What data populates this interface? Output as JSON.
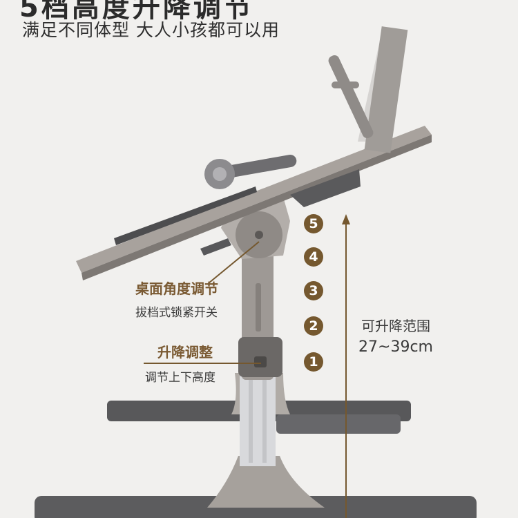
{
  "headline": "5档高度升降调节",
  "subtitle": "满足不同体型  大人小孩都可以用",
  "callouts": {
    "angle": {
      "title": "桌面角度调节",
      "desc": "拔档式锁紧开关"
    },
    "height": {
      "title": "升降调整",
      "desc": "调节上下高度"
    }
  },
  "levels": [
    "5",
    "4",
    "3",
    "2",
    "1"
  ],
  "range": {
    "label": "可升降范围",
    "value": "27~39cm"
  },
  "colors": {
    "accent": "#75582f",
    "background": "#f1f0ee",
    "desk_top": "#a8a29d",
    "frame_gray": "#5f5f61"
  }
}
